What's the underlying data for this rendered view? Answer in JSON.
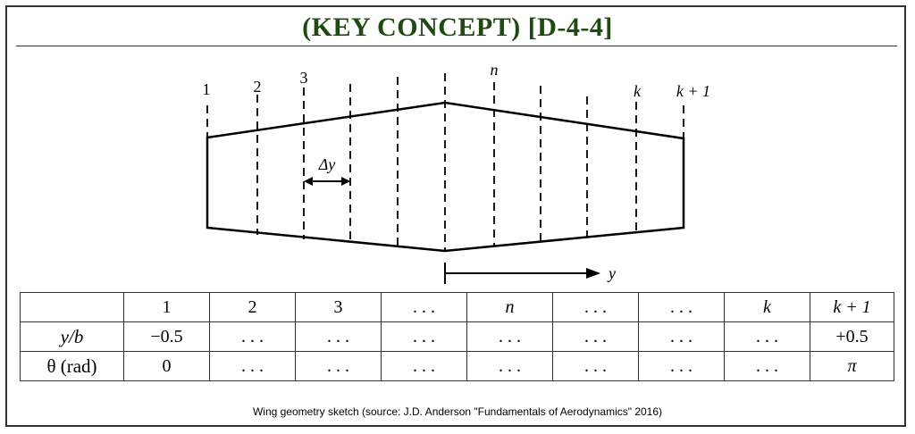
{
  "title": "(KEY CONCEPT) [D-4-4]",
  "sketch": {
    "station_labels": [
      "1",
      "2",
      "3",
      "n",
      "k",
      "k + 1"
    ],
    "delta_label": "Δy",
    "axis_label": "y"
  },
  "table": {
    "header": [
      "",
      "1",
      "2",
      "3",
      " . . . ",
      "n",
      " . . . ",
      " . . . ",
      "k",
      "k + 1"
    ],
    "rows": [
      {
        "label": "y/b",
        "cells": [
          "−0.5",
          " . . . ",
          " . . . ",
          " . . . ",
          " . . . ",
          " . . . ",
          " . . . ",
          " . . . ",
          "+0.5"
        ]
      },
      {
        "label": "θ (rad)",
        "cells": [
          "0",
          " . . . ",
          " . . . ",
          " . . . ",
          " . . . ",
          " . . . ",
          " . . . ",
          " . . . ",
          "π"
        ]
      }
    ]
  },
  "caption": "Wing geometry sketch (source: J.D. Anderson \"Fundamentals of Aerodynamics\" 2016)"
}
